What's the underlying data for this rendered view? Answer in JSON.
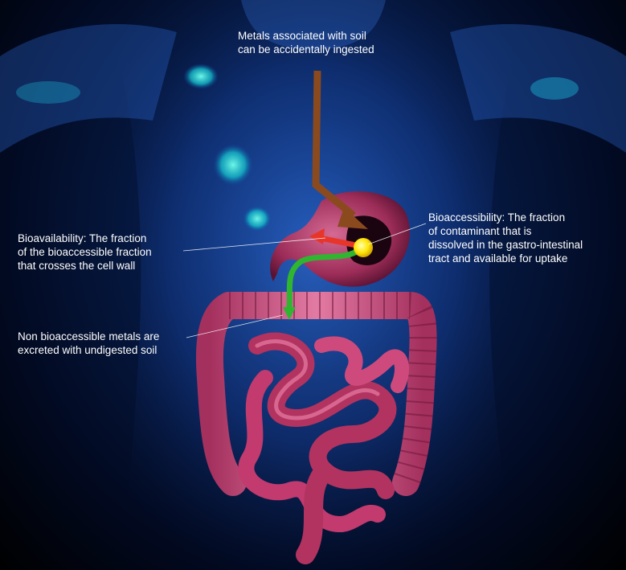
{
  "labels": {
    "ingestion": [
      "Metals associated with soil",
      "can be accidentally ingested"
    ],
    "bioavailability": [
      "Bioavailability: The fraction",
      "of the bioaccessible fraction",
      "that crosses the cell wall"
    ],
    "bioaccessibility": [
      "Bioaccessibility: The fraction",
      "of contaminant that is",
      "dissolved in the gastro-intestinal",
      "tract and available for uptake"
    ],
    "non_bioaccessible": [
      "Non bioaccessible metals are",
      "excreted with undigested soil"
    ]
  },
  "colors": {
    "background": "#04133a",
    "body_glow": "#2f6fd6",
    "hot_spot": "#14e0c8",
    "intestine": "#c23a6e",
    "intestine_highlight": "#f08ab0",
    "stomach": "#a0305c",
    "ingestion_arrow": "#8a4a1e",
    "bioavailability_arrow": "#e8352a",
    "excretion_arrow": "#2fb52f",
    "metal_particle": "#ffe60a",
    "text": "#ffffff"
  }
}
